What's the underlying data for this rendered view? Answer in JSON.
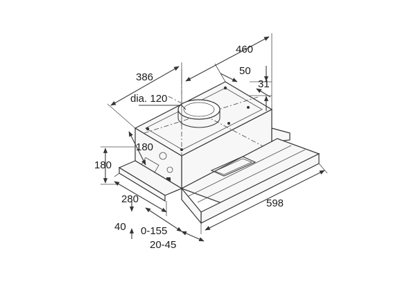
{
  "dimensions": {
    "d460": "460",
    "d386": "386",
    "d50": "50",
    "d31": "31",
    "dia": "dia. 120",
    "d180_inner": "180",
    "d180_left": "180",
    "d280": "280",
    "d598": "598",
    "d40": "40",
    "d0_155": "0-155",
    "d20_45": "20-45"
  },
  "colors": {
    "line": "#3a3a3a",
    "text": "#1a1a1a",
    "background": "#ffffff"
  }
}
